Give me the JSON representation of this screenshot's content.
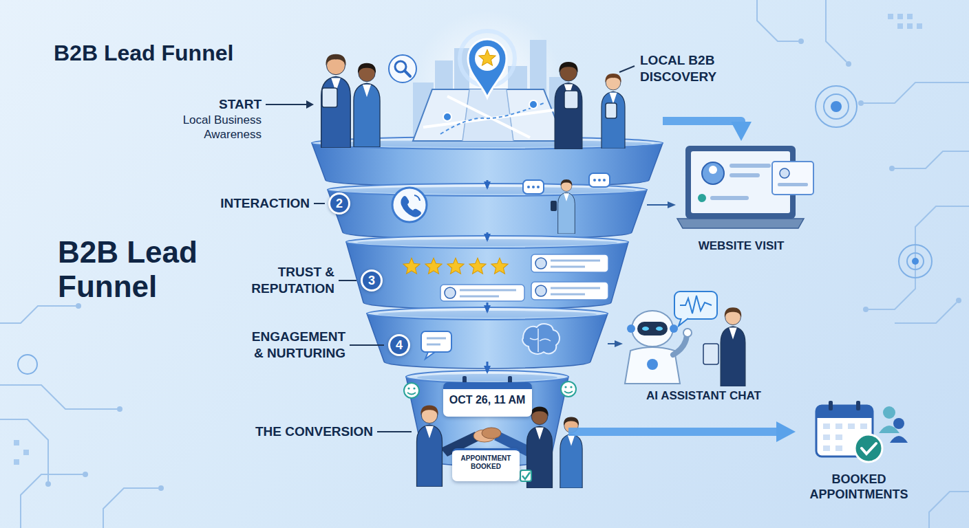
{
  "diagram": {
    "title": "B2B Lead Funnel",
    "nodes": [
      {
        "text": [
          "START",
          "Local Business Awareness"
        ]
      },
      {
        "text": [
          "INTERACTION"
        ]
      },
      {
        "text": [
          "TRUST & REPUTATION"
        ]
      },
      {
        "text": [
          "ENGAGEMENT & NURTURING"
        ]
      },
      {
        "text": [
          "THE CONVERSION"
        ]
      },
      {
        "text": [
          "OCT 26, 11 AM"
        ],
        "in": 4
      },
      {
        "text": [
          "APPOINTMENT BOOKED"
        ],
        "in": 4
      },
      {
        "text": [
          "WEBSITE VISIT"
        ]
      },
      {
        "text": [
          "AI ASSISTANT CHAT"
        ]
      },
      {
        "text": [
          "BOOKED APPOINTMENTS"
        ]
      }
    ],
    "edges": [
      {
        "from": 0,
        "to": 1,
        "arrow": "to"
      },
      {
        "from": 1,
        "to": 2,
        "arrow": "to"
      },
      {
        "from": 2,
        "to": 3,
        "arrow": "to"
      },
      {
        "from": 3,
        "to": 4,
        "arrow": "to"
      },
      {
        "from": 0,
        "to": 7,
        "arrow": "to"
      },
      {
        "from": 1,
        "to": 7,
        "arrow": "to"
      },
      {
        "from": 3,
        "to": 8,
        "arrow": "to"
      },
      {
        "from": 4,
        "to": 9,
        "arrow": "to"
      }
    ],
    "labels": [
      "LOCAL B2B DISCOVERY",
      "2",
      "B2B Lead Funnel",
      "3",
      "4"
    ]
  }
}
